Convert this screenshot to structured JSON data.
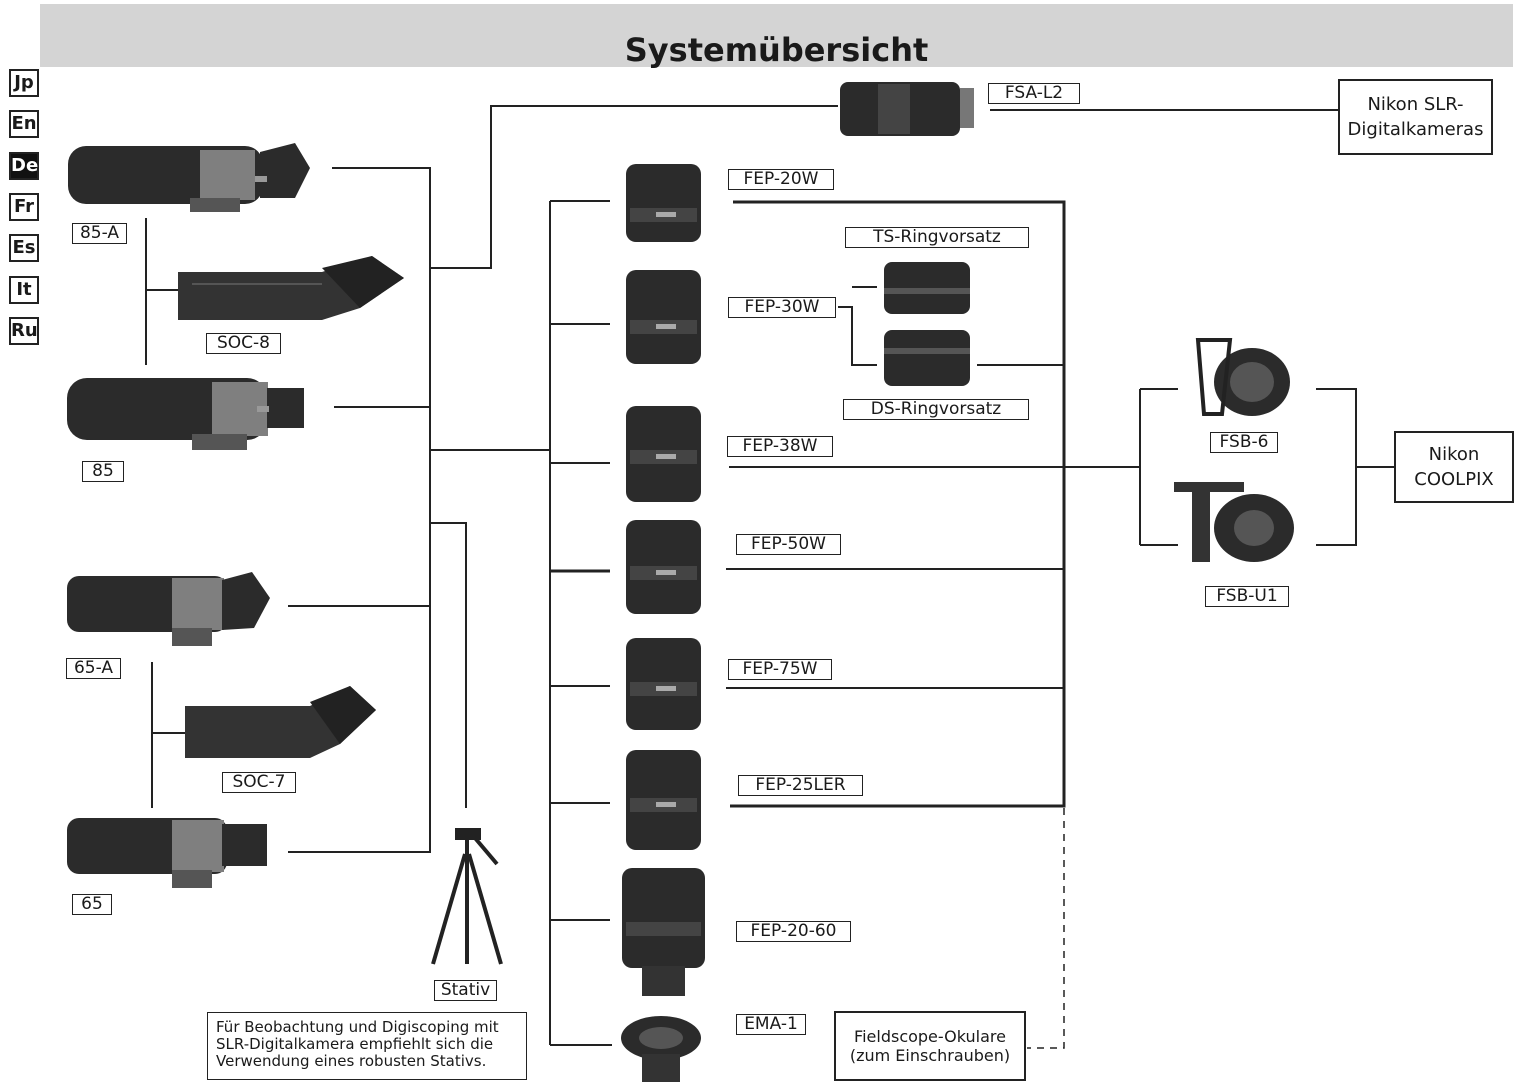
{
  "title": "Systemübersicht",
  "languages": [
    "Jp",
    "En",
    "De",
    "Fr",
    "Es",
    "It",
    "Ru"
  ],
  "active_language": "De",
  "scopes": {
    "a85": "85-A",
    "soc8": "SOC-8",
    "s85": "85",
    "a65": "65-A",
    "soc7": "SOC-7",
    "s65": "65"
  },
  "tripod": {
    "label": "Stativ",
    "note_lines": [
      "Für Beobachtung und Digiscoping mit",
      "SLR-Digitalkamera empfiehlt sich die",
      "Verwendung eines robusten Stativs."
    ]
  },
  "adapter": "FSA-L2",
  "slr_box": [
    "Nikon SLR-",
    "Digitalkameras"
  ],
  "eyepieces": {
    "fep20w": "FEP-20W",
    "fep30w": "FEP-30W",
    "fep38w": "FEP-38W",
    "fep50w": "FEP-50W",
    "fep75w": "FEP-75W",
    "fep25ler": "FEP-25LER",
    "fep2060": "FEP-20-60",
    "ema1": "EMA-1"
  },
  "rings": {
    "ts": "TS-Ringvorsatz",
    "ds": "DS-Ringvorsatz"
  },
  "brackets": {
    "fsb6": "FSB-6",
    "fsbu1": "FSB-U1"
  },
  "coolpix_box": [
    "Nikon",
    "COOLPIX"
  ],
  "fieldscope_box": [
    "Fieldscope-Okulare",
    "(zum Einschrauben)"
  ],
  "colors": {
    "header_bg": "#d4d4d4",
    "line": "#222222",
    "product_body": "#2b2b2b",
    "product_mid": "#8a8a8a"
  }
}
